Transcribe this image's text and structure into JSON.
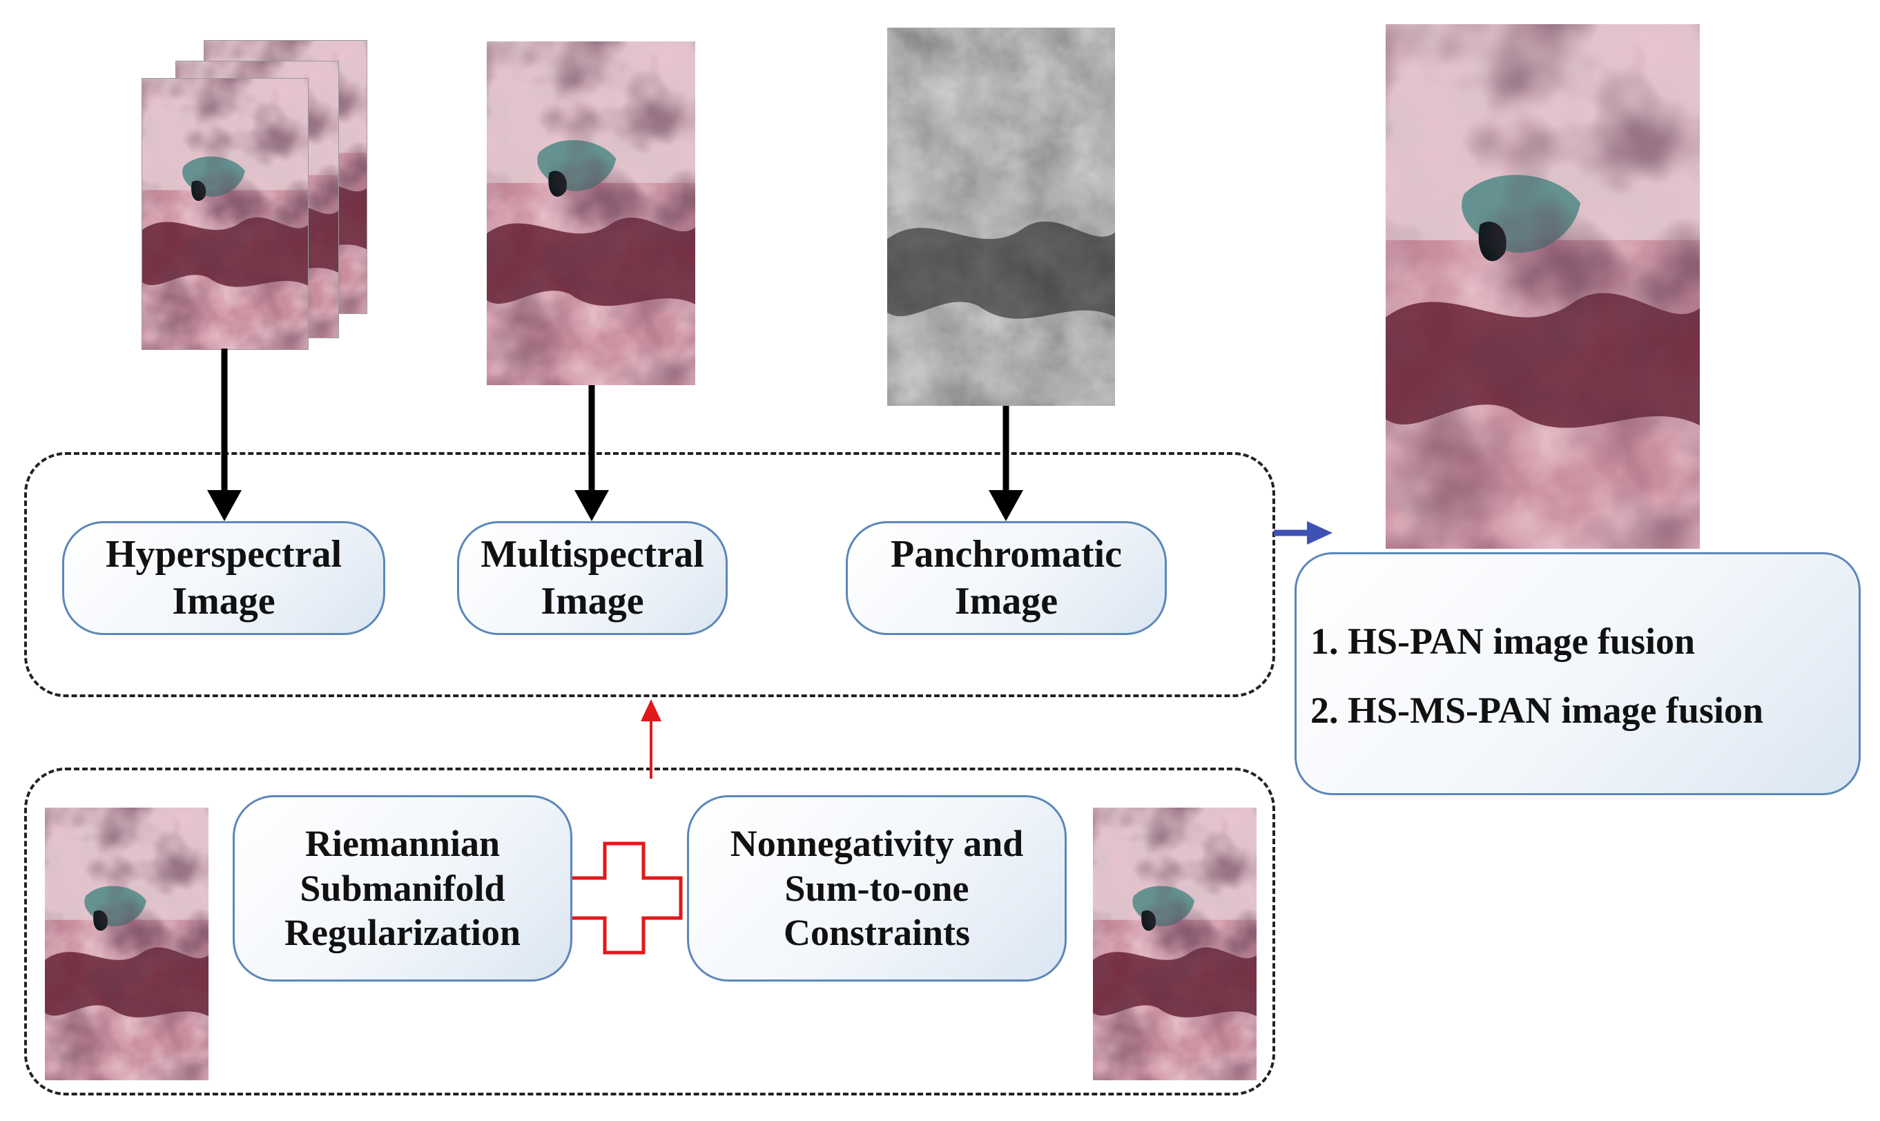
{
  "inputs": {
    "hyperspectral": {
      "line1": "Hyperspectral",
      "line2": "Image"
    },
    "multispectral": {
      "line1": "Multispectral",
      "line2": "Image"
    },
    "panchromatic": {
      "line1": "Panchromatic",
      "line2": "Image"
    }
  },
  "priors": {
    "riemannian": {
      "line1": "Riemannian",
      "line2": "Submanifold",
      "line3": "Regularization"
    },
    "constraints": {
      "line1": "Nonnegativity and",
      "line2": "Sum-to-one",
      "line3": "Constraints"
    }
  },
  "output": {
    "items": [
      "1. HS-PAN image fusion",
      "2. HS-MS-PAN image fusion"
    ]
  },
  "colors": {
    "box_border": "#5b87b9",
    "arrow_black": "#000000",
    "arrow_red": "#e0191b",
    "arrow_blue": "#3f51b5",
    "dashed_frame": "#222222"
  },
  "icons": {
    "plus": "plus-sign-icon",
    "arrow_down": "arrow-down-icon",
    "arrow_up": "arrow-up-icon",
    "arrow_right": "arrow-right-icon"
  }
}
